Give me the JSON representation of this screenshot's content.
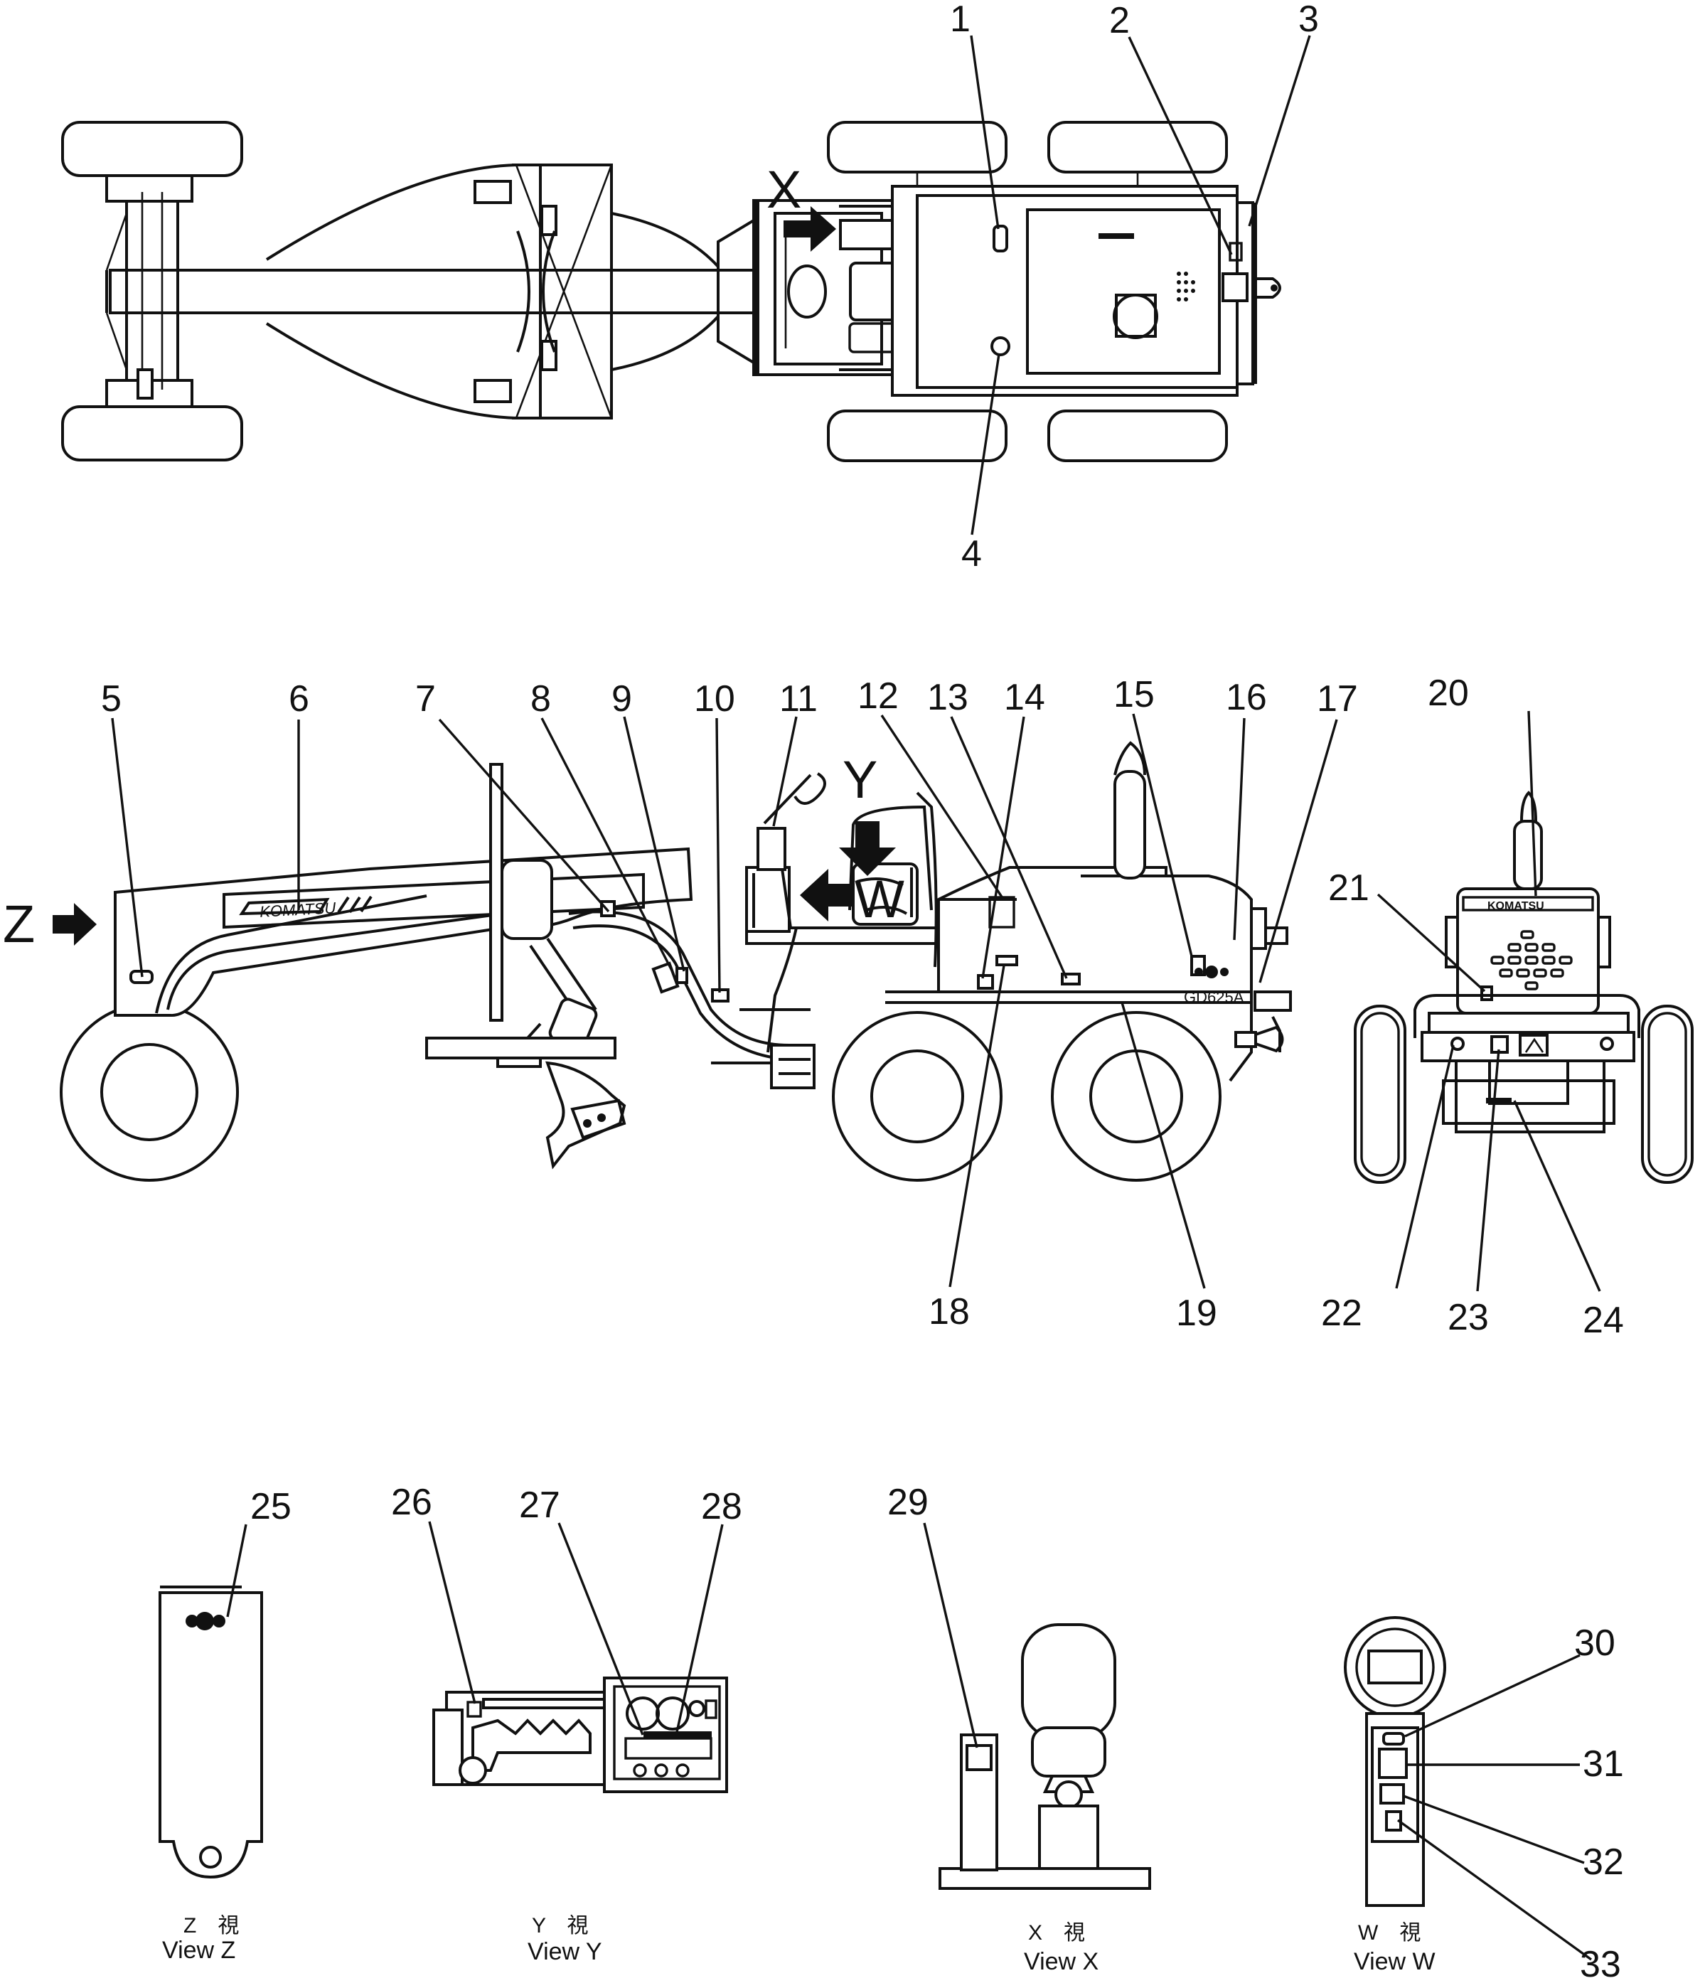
{
  "views": {
    "top_arrow_label": "X",
    "side_arrow_z": "Z",
    "side_arrow_y": "Y",
    "side_arrow_w": "W",
    "side_emblem": "KOMATSU",
    "side_model": "GD625A",
    "rear_emblem": "KOMATSU"
  },
  "callouts": [
    "1",
    "2",
    "3",
    "4",
    "5",
    "6",
    "7",
    "8",
    "9",
    "10",
    "11",
    "12",
    "13",
    "14",
    "15",
    "16",
    "17",
    "18",
    "19",
    "20",
    "21",
    "22",
    "23",
    "24",
    "25",
    "26",
    "27",
    "28",
    "29",
    "30",
    "31",
    "32",
    "33"
  ],
  "captions": {
    "z": {
      "jp": "Z　視",
      "en": "View  Z"
    },
    "y": {
      "jp": "Y　視",
      "en": "View  Y"
    },
    "x": {
      "jp": "X　視",
      "en": "View  X"
    },
    "w": {
      "jp": "W　視",
      "en": "View  W"
    }
  }
}
